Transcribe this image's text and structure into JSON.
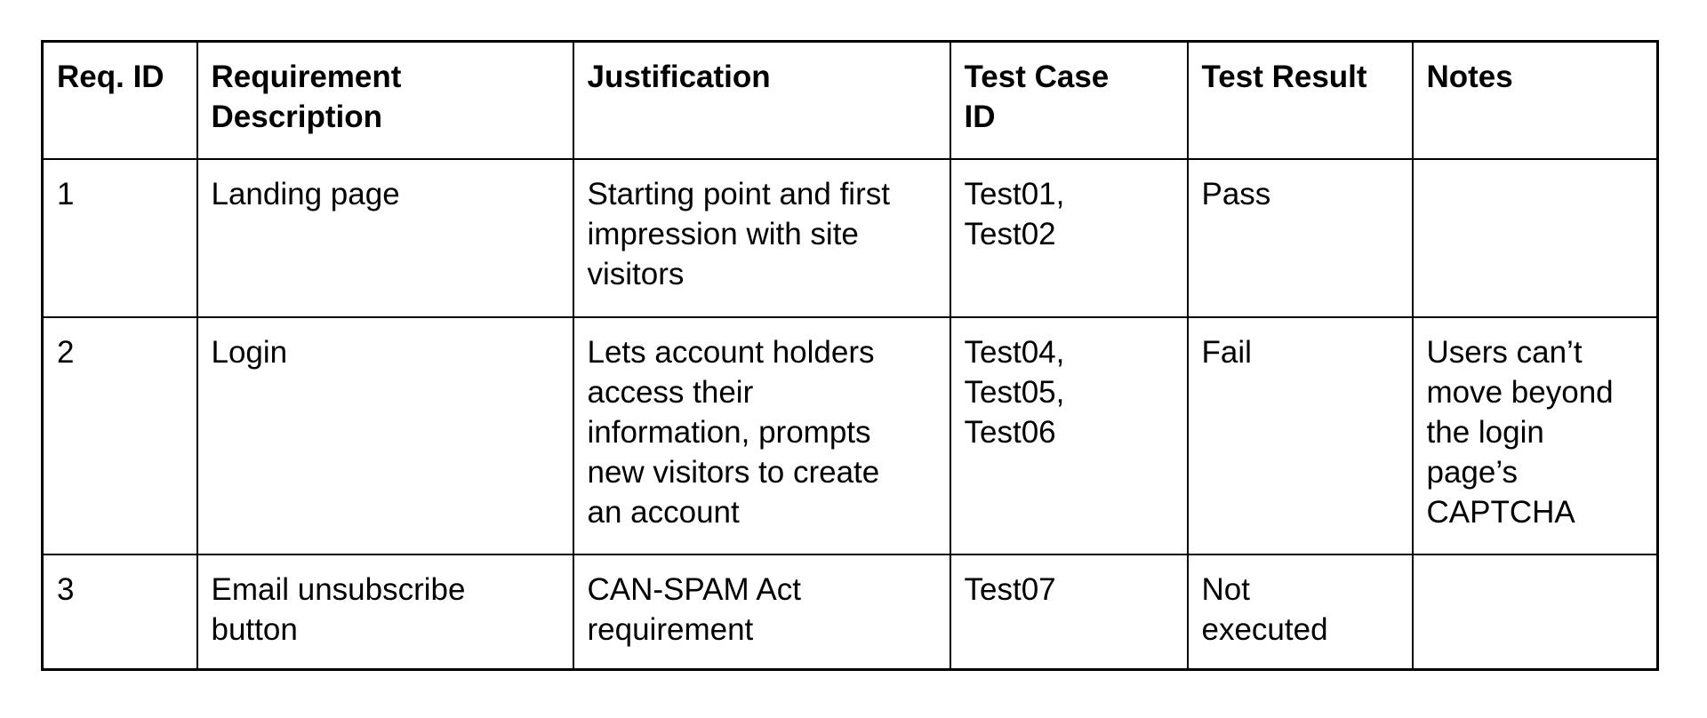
{
  "table": {
    "columns": [
      {
        "key": "req_id",
        "label": "Req. ID"
      },
      {
        "key": "req_desc",
        "label": "Requirement\nDescription"
      },
      {
        "key": "justification",
        "label": "Justification"
      },
      {
        "key": "test_case_id",
        "label": "Test Case\nID"
      },
      {
        "key": "test_result",
        "label": "Test Result"
      },
      {
        "key": "notes",
        "label": "Notes"
      }
    ],
    "rows": [
      {
        "req_id": "1",
        "req_desc": "Landing page",
        "justification": "Starting point and first\nimpression with site\nvisitors",
        "test_case_id": "Test01,\nTest02",
        "test_result": "Pass",
        "notes": ""
      },
      {
        "req_id": "2",
        "req_desc": "Login",
        "justification": "Lets account holders\naccess their\ninformation, prompts\nnew visitors to create\nan account",
        "test_case_id": "Test04,\nTest05,\nTest06",
        "test_result": "Fail",
        "notes": "Users can’t\nmove beyond\nthe login\npage’s\nCAPTCHA"
      },
      {
        "req_id": "3",
        "req_desc": "Email unsubscribe\nbutton",
        "justification": "CAN-SPAM Act\nrequirement",
        "test_case_id": "Test07",
        "test_result": "Not\nexecuted",
        "notes": ""
      }
    ]
  }
}
